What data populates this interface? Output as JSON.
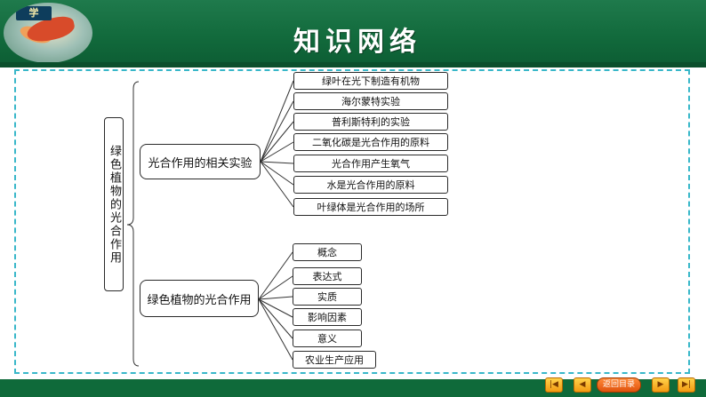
{
  "header": {
    "title": "知识网络",
    "logo_text": "学"
  },
  "diagram": {
    "root": "绿色植物的光合作用",
    "branches": [
      {
        "label": "光合作用的相关实验",
        "children": [
          "绿叶在光下制造有机物",
          "海尔蒙特实验",
          "普利斯特利的实验",
          "二氧化碳是光合作用的原料",
          "光合作用产生氧气",
          "水是光合作用的原料",
          "叶绿体是光合作用的场所"
        ]
      },
      {
        "label": "绿色植物的光合作用",
        "children": [
          "概念",
          "表达式",
          "实质",
          "影响因素",
          "意义",
          "农业生产应用"
        ]
      }
    ]
  },
  "nav": {
    "first_icon": "skip-back-icon",
    "prev_icon": "prev-icon",
    "return_label": "返回目录",
    "next_icon": "next-icon",
    "last_icon": "skip-forward-icon"
  },
  "colors": {
    "header_green": "#126a3c",
    "frame_dash": "#38b7c9",
    "nav_orange": "#f39a12"
  }
}
